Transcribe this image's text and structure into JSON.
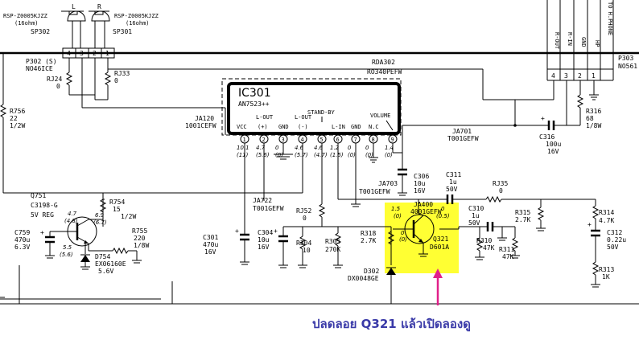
{
  "speakers": {
    "left_letter": "L",
    "right_letter": "R",
    "left_part": "RSP-Z0005KJZZ",
    "right_part": "RSP-Z0005KJZZ",
    "left_imp": "(16ohm)",
    "right_imp": "(16ohm)",
    "left_ref": "SP302",
    "right_ref": "SP301"
  },
  "p302": {
    "ref": "P302 (S)",
    "part": "NO46ICE",
    "pins": [
      "4",
      "3",
      "2",
      "1"
    ]
  },
  "p303": {
    "ref": "P303",
    "part": "NO561",
    "title": "TO H.PHONE",
    "pin_labels": [
      "R-OUT",
      "R-IN",
      "GND",
      "HP"
    ],
    "pins": [
      "4",
      "3",
      "2",
      "1"
    ]
  },
  "ic301": {
    "ref": "IC301",
    "part": "AN7523++",
    "standby": "STAND-BY",
    "volume": "VOLUME",
    "pin_func": [
      "VCC",
      "(+)",
      "GND",
      "(-)",
      "L-IN",
      "GND",
      "N.C"
    ],
    "lout1": "L-OUT",
    "lout2": "L-OUT",
    "pins": [
      "1",
      "2",
      "3",
      "4",
      "5",
      "6",
      "7",
      "8",
      "9"
    ],
    "v_upper": [
      "10.1",
      "4.7",
      "0",
      "4.6",
      "4.6",
      "1.2",
      "0",
      "0",
      "1.4"
    ],
    "v_lower": [
      "(11)",
      "(5.6)",
      "(0)",
      "(5.7)",
      "(4.7)",
      "(1.5)",
      "(0)",
      "(0)",
      "(0)"
    ]
  },
  "parts": {
    "rda302": "RDA302",
    "rda302_val": "RO340PEFW",
    "ja120": "JA120",
    "ja120_val": "1001CEFW",
    "ja701": "JA701",
    "ja701_val": "T001GEFW",
    "ja703": "JA703",
    "ja703_val": "T001GEFW",
    "ja722": "JA722",
    "ja722_val": "T001GEFW",
    "ja400": "JA400",
    "ja400_val": "4001GEFW",
    "rj24": "RJ24",
    "rj24_val": "0",
    "rj33": "RJ33",
    "rj33_val": "0",
    "r756": "R756",
    "r756_val": "22",
    "r756_w": "1/2W",
    "r316": "R316",
    "r316_val": "68",
    "r316_w": "1/8W",
    "c316": "C316",
    "c316_val": "100u",
    "c316_v": "16V",
    "c306": "C306",
    "c306_val": "10u",
    "c306_v": "16V",
    "c311": "C311",
    "c311_val": "1u",
    "c311_v": "50V",
    "rj35": "RJ35",
    "rj35_val": "0",
    "c310": "C310",
    "c310_val": "1u",
    "c310_v": "50V",
    "r315": "R315",
    "r315_val": "2.7K",
    "r314": "R314",
    "r314_val": "4.7K",
    "c312": "C312",
    "c312_val": "0.22u",
    "c312_v": "50V",
    "r313": "R313",
    "r313_val": "1K",
    "r310": "R310",
    "r310_val": "47K",
    "r311": "R311",
    "r311_val": "47K",
    "r318": "R318",
    "r318_val": "2.7K",
    "d302": "D302",
    "d302_val": "DX0048GE",
    "q321": "Q321",
    "q321_val": "D601A",
    "q321_v1": "1.5",
    "q321_v1b": "(0)",
    "q321_v2": "0",
    "q321_v2b": "(0.5)",
    "q321_v3": "0",
    "q321_v3b": "(0)",
    "rj52": "RJ52",
    "rj52_val": "0",
    "c304": "C304",
    "c304_val": "10u",
    "c304_v": "16V",
    "r304": "R304",
    "r304_val": "10",
    "r305": "R305",
    "r305_val": "270K",
    "c301": "C301",
    "c301_val": "470u",
    "c301_v": "16V",
    "q751": "Q751",
    "q751_part": "C3198-G",
    "q751_func": "5V REG",
    "q751_v1": "4.7",
    "q751_v1b": "(4.8)",
    "q751_v2": "5.5",
    "q751_v2b": "(5.6)",
    "r754": "R754",
    "r754_val": "15",
    "r754_w": "1/2W",
    "r754_v": "6.9",
    "r754_vb": "(6.7)",
    "r755": "R755",
    "r755_val": "220",
    "r755_w": "1/8W",
    "c759": "C759",
    "c759_val": "470u",
    "c759_v": "6.3V",
    "d754": "D754",
    "d754_part": "EX06160E",
    "d754_val": "5.6V"
  },
  "annotation": {
    "text": "ปลดลอย Q321 แล้วเปิดลองดู",
    "highlight_color": "#ffff33",
    "arrow_color": "#e0208a",
    "text_color": "#3a3aa8"
  }
}
